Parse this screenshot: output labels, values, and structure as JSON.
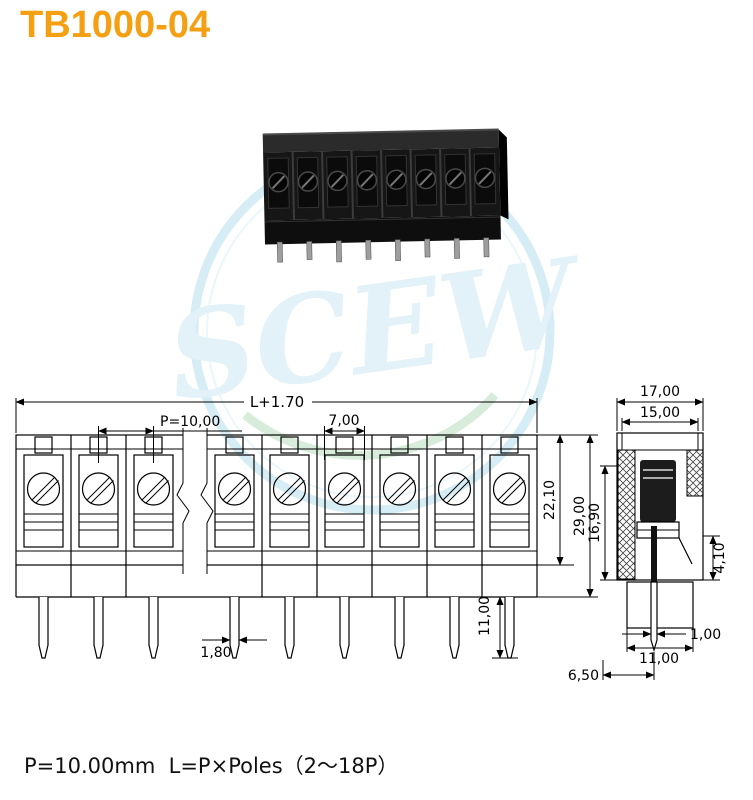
{
  "page": {
    "title": "TB1000-04",
    "footer": "P=10.00mm  L=P×Poles（2～18P）",
    "background": "#ffffff"
  },
  "colors": {
    "title_orange": "#F5A013",
    "drawing_line": "#000000",
    "watermark_blue": "#AEDDEC",
    "watermark_green": "#9FD1A8",
    "photo_body": "#161616",
    "photo_pin": "#9E9E9E"
  },
  "watermark": {
    "letters": "SCEW"
  },
  "front_view": {
    "dim_total_width": "L+1.70",
    "dim_pitch": "P=10,00",
    "dim_opening": "7,00",
    "dim_body_height": "22,10",
    "dim_total_height": "29,00",
    "dim_pin_length": "11,00",
    "dim_pin_width": "1,80"
  },
  "side_view": {
    "dim_outer_width": "17,00",
    "dim_inner_width": "15,00",
    "dim_left_height": "16,90",
    "dim_right_height": "4,10",
    "dim_pin_width": "1,00",
    "dim_base_width": "11,00",
    "dim_pin_offset": "6,50"
  }
}
